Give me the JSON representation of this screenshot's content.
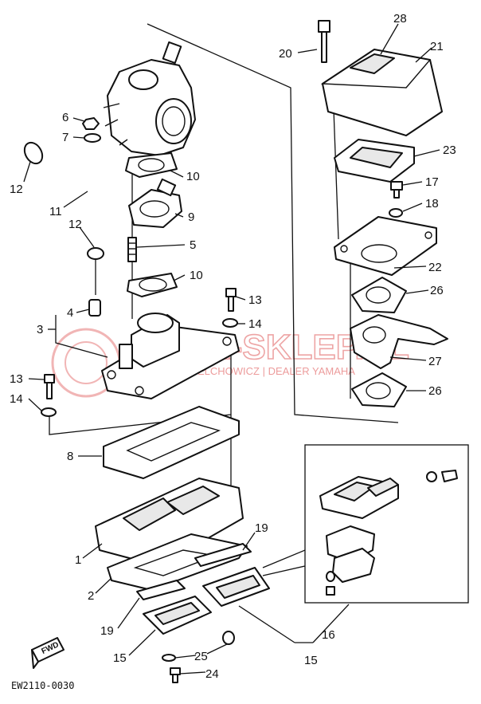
{
  "callouts": {
    "c1": "1",
    "c2": "2",
    "c3": "3",
    "c4": "4",
    "c5": "5",
    "c6": "6",
    "c7": "7",
    "c8": "8",
    "c9": "9",
    "c10a": "10",
    "c10b": "10",
    "c11": "11",
    "c12a": "12",
    "c12b": "12",
    "c13a": "13",
    "c13b": "13",
    "c14a": "14",
    "c14b": "14",
    "c15a": "15",
    "c15b": "15",
    "c16": "16",
    "c17": "17",
    "c18": "18",
    "c19a": "19",
    "c19b": "19",
    "c20": "20",
    "c21": "21",
    "c22": "22",
    "c23": "23",
    "c24": "24",
    "c25": "25",
    "c26a": "26",
    "c26b": "26",
    "c27": "27",
    "c28": "28"
  },
  "footer": {
    "drawing_code": "EW2110-0030"
  },
  "fwd_badge": {
    "label": "FWD"
  },
  "watermark": {
    "title": "JAWA-SKLEP.PL",
    "subtitle": "NICIELCHOWICZ | DEALER YAMAHA"
  },
  "colors": {
    "line": "#111111",
    "watermark": "#e05a5a",
    "background": "#ffffff"
  }
}
